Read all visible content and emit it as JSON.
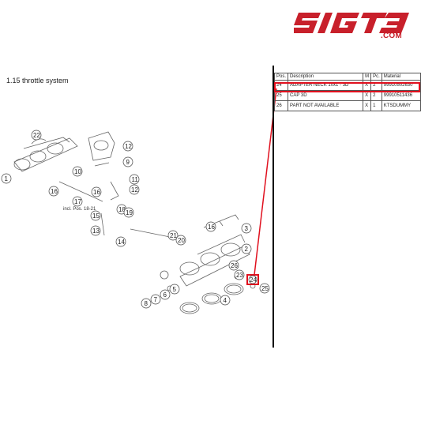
{
  "brand": {
    "logo_text": "SIGT3",
    "domain": ".COM",
    "color": "#c8202b"
  },
  "section": {
    "title": "1.15  throttle system"
  },
  "table": {
    "headers": [
      "Pos.",
      "Description",
      "M",
      "Pc.",
      "Material"
    ],
    "rows": [
      {
        "pos": "24",
        "desc": "ADAPTER NECK 10x1 - 3D",
        "m": "X",
        "pc": "2",
        "mat": "99910502630"
      },
      {
        "pos": "25",
        "desc": "CAP 3D",
        "m": "X",
        "pc": "2",
        "mat": "99910511436"
      },
      {
        "pos": "26",
        "desc": "PART NOT AVAILABLE",
        "m": "X",
        "pc": "1",
        "mat": "KTSDUMMY"
      }
    ]
  },
  "diagram": {
    "labels": [
      "1",
      "2",
      "3",
      "4",
      "5",
      "6",
      "7",
      "8",
      "9",
      "10",
      "11",
      "12",
      "12",
      "13",
      "14",
      "15",
      "16",
      "16",
      "16",
      "17",
      "18",
      "19",
      "20",
      "21",
      "22",
      "23",
      "24",
      "25"
    ],
    "note": "incl. Pos. 18-21",
    "highlight_label": "24",
    "highlight_color": "#e0101e"
  }
}
